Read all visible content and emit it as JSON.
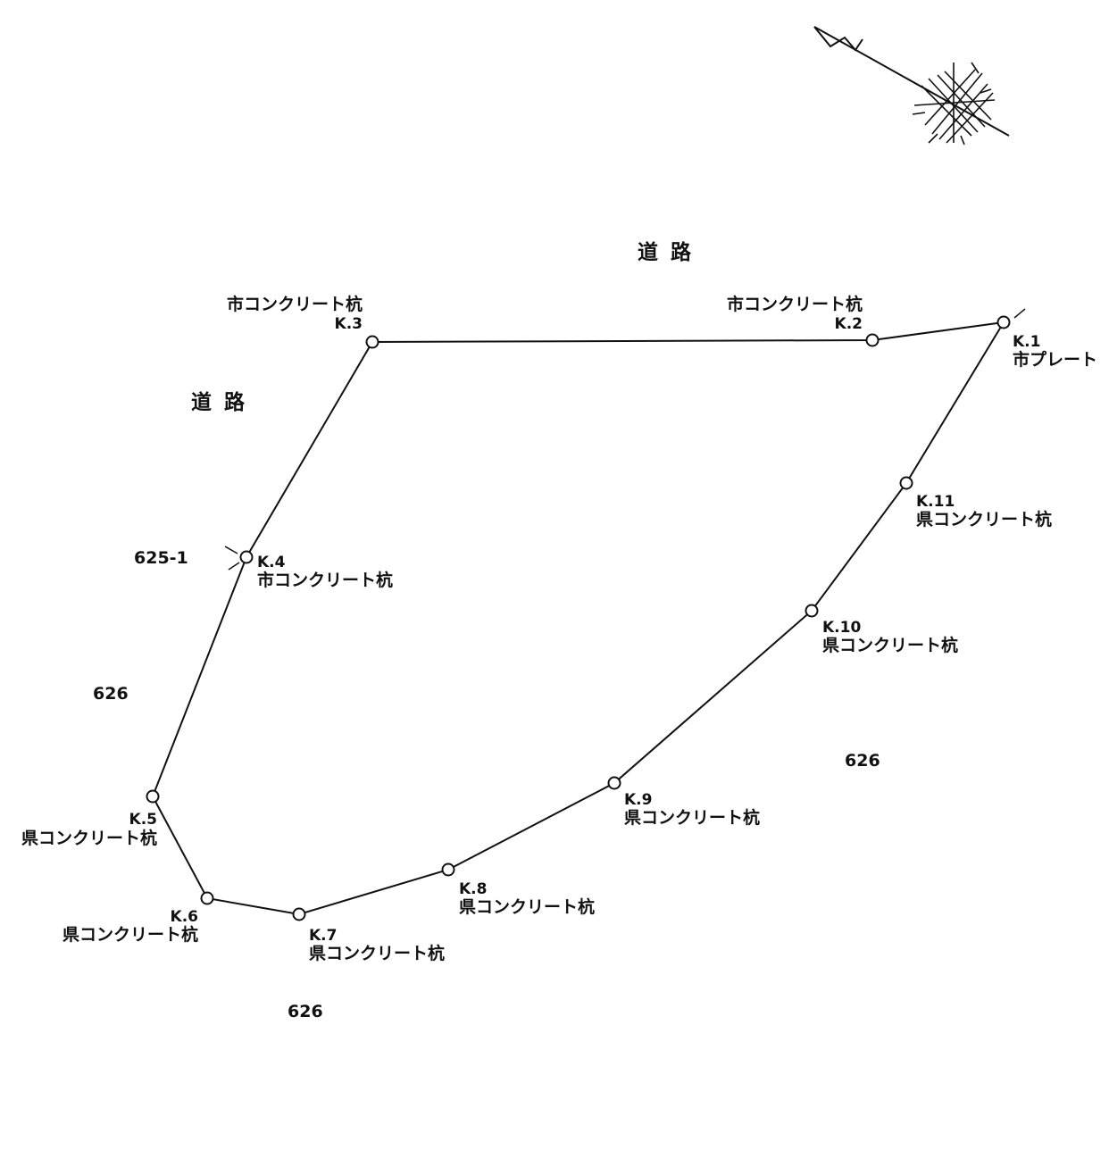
{
  "roads": [
    "道路",
    "道路"
  ],
  "lots": [
    "625-1",
    "626",
    "626",
    "626"
  ],
  "points": [
    {
      "id": "K.1",
      "marker": "市プレート"
    },
    {
      "id": "K.2",
      "marker": "市コンクリート杭"
    },
    {
      "id": "K.3",
      "marker": "市コンクリート杭"
    },
    {
      "id": "K.4",
      "marker": "市コンクリート杭"
    },
    {
      "id": "K.5",
      "marker": "県コンクリート杭"
    },
    {
      "id": "K.6",
      "marker": "県コンクリート杭"
    },
    {
      "id": "K.7",
      "marker": "県コンクリート杭"
    },
    {
      "id": "K.8",
      "marker": "県コンクリート杭"
    },
    {
      "id": "K.9",
      "marker": "県コンクリート杭"
    },
    {
      "id": "K.10",
      "marker": "県コンクリート杭"
    },
    {
      "id": "K.11",
      "marker": "県コンクリート杭"
    }
  ],
  "colors": {
    "line": "#111111",
    "background": "#ffffff"
  },
  "icons": [
    "north-arrow-icon"
  ]
}
